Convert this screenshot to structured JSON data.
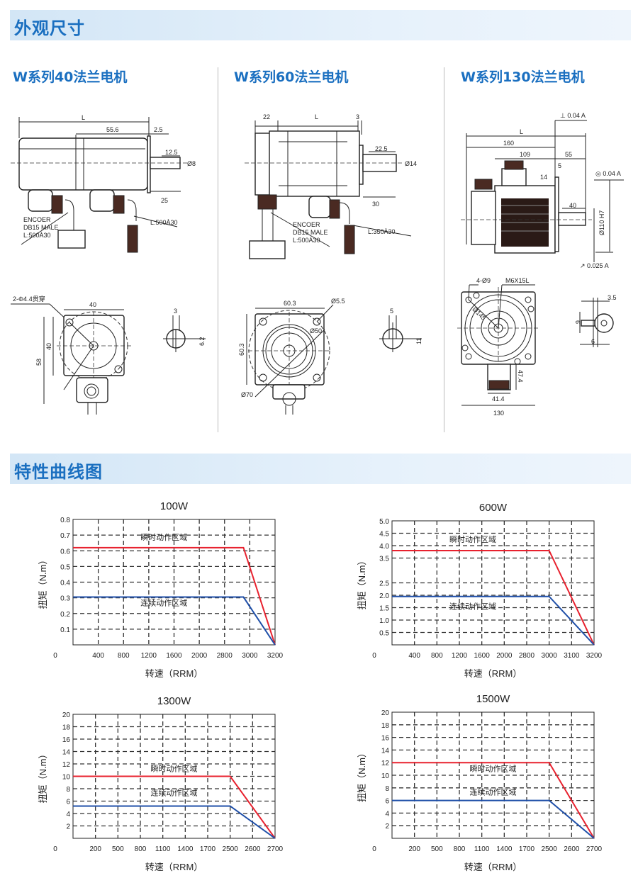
{
  "sections": {
    "dimensions_title": "外观尺寸",
    "curves_title": "特性曲线图"
  },
  "drawings": {
    "w40": {
      "title": "W系列40法兰电机",
      "labels": [
        "L",
        "55.6",
        "2.5",
        "12.5",
        "Ø8",
        "25",
        "ENCOER",
        "DB15 MALE",
        "L:500À30",
        "L:500À30",
        "2-Φ4.4贯穿",
        "40",
        "40",
        "58",
        "3",
        "6.2"
      ]
    },
    "w60": {
      "title": "W系列60法兰电机",
      "labels": [
        "22",
        "L",
        "3",
        "22.5",
        "Ø14",
        "30",
        "ENCOER",
        "DB15 MALE",
        "L:500À30",
        "L:350À30",
        "60.3",
        "Ø5.5",
        "Ø50",
        "60.3",
        "Ø70",
        "5",
        "11"
      ]
    },
    "w130": {
      "title": "W系列130法兰电机",
      "labels": [
        "⊥ 0.04 A",
        "L",
        "160",
        "109",
        "55",
        "5",
        "14",
        "◎ 0.04 A",
        "40",
        "Ø110 H7",
        "↗ 0.025 A",
        "4-Ø9",
        "M6X15L",
        "Ø145",
        "47.4",
        "41.4",
        "130",
        "3.5",
        "6",
        "6"
      ]
    }
  },
  "colors": {
    "accent": "#1a6fc0",
    "instant": "#e8212e",
    "continuous": "#1f4fa8"
  },
  "chart_data": [
    {
      "type": "line",
      "title": "100W",
      "xlabel": "转速（RRM）",
      "ylabel": "扭矩（N.m）",
      "xticks": [
        0,
        400,
        800,
        1200,
        1600,
        2000,
        2800,
        3000,
        3200
      ],
      "yticks": [
        0.1,
        0.2,
        0.3,
        0.4,
        0.5,
        0.6,
        0.7,
        0.8
      ],
      "ylim": [
        0,
        0.8
      ],
      "grid": true,
      "series": [
        {
          "name": "瞬时动作区域",
          "color": "#e8212e",
          "points": [
            [
              0,
              0.62
            ],
            [
              2950,
              0.62
            ],
            [
              3200,
              0
            ]
          ]
        },
        {
          "name": "连续动作区域",
          "color": "#1f4fa8",
          "points": [
            [
              0,
              0.305
            ],
            [
              2950,
              0.305
            ],
            [
              3200,
              0
            ]
          ]
        }
      ],
      "annotations": [
        {
          "text": "瞬时动作区域",
          "x": 1440,
          "y": 0.67
        },
        {
          "text": "连续动作区域",
          "x": 1440,
          "y": 0.25
        }
      ]
    },
    {
      "type": "line",
      "title": "600W",
      "xlabel": "转速（RRM）",
      "ylabel": "扭矩（N.m）",
      "xticks": [
        0,
        400,
        800,
        1200,
        1600,
        2000,
        2800,
        3000,
        3100,
        3200
      ],
      "yticks": [
        0.5,
        1.0,
        1.5,
        2.0,
        2.5,
        3.5,
        4.0,
        4.5,
        5.0
      ],
      "ylim": [
        0,
        5
      ],
      "grid": true,
      "series": [
        {
          "name": "瞬时动作区域",
          "color": "#e8212e",
          "points": [
            [
              0,
              3.8
            ],
            [
              3000,
              3.8
            ],
            [
              3200,
              0
            ]
          ]
        },
        {
          "name": "连续动作区域",
          "color": "#1f4fa8",
          "points": [
            [
              0,
              1.95
            ],
            [
              3000,
              1.95
            ],
            [
              3200,
              0
            ]
          ]
        }
      ],
      "annotations": [
        {
          "text": "瞬时动作区域",
          "x": 1440,
          "y": 4.15
        },
        {
          "text": "连续动作区域",
          "x": 1440,
          "y": 1.45
        }
      ]
    },
    {
      "type": "line",
      "title": "1300W",
      "xlabel": "转速（RRM）",
      "ylabel": "扭矩（N.m）",
      "xticks": [
        0,
        200,
        500,
        800,
        1100,
        1400,
        1700,
        2500,
        2600,
        2700
      ],
      "yticks": [
        2,
        4,
        6,
        8,
        10,
        12,
        14,
        16,
        18,
        20
      ],
      "ylim": [
        0,
        20
      ],
      "grid": true,
      "series": [
        {
          "name": "瞬时动作区域",
          "color": "#e8212e",
          "points": [
            [
              0,
              10
            ],
            [
              2500,
              10
            ],
            [
              2700,
              0
            ]
          ]
        },
        {
          "name": "连续动作区域",
          "color": "#1f4fa8",
          "points": [
            [
              0,
              5.2
            ],
            [
              2500,
              5.2
            ],
            [
              2700,
              0
            ]
          ]
        }
      ],
      "annotations": [
        {
          "text": "瞬时动作区域",
          "x": 1250,
          "y": 10.8
        },
        {
          "text": "连续动作区域",
          "x": 1250,
          "y": 6.9
        }
      ]
    },
    {
      "type": "line",
      "title": "1500W",
      "xlabel": "转速（RRM）",
      "ylabel": "扭矩（N.m）",
      "xticks": [
        0,
        200,
        500,
        800,
        1100,
        1400,
        1700,
        2500,
        2600,
        2700
      ],
      "yticks": [
        2,
        4,
        6,
        8,
        10,
        12,
        14,
        16,
        18,
        20
      ],
      "ylim": [
        0,
        20
      ],
      "grid": true,
      "series": [
        {
          "name": "瞬时动作区域",
          "color": "#e8212e",
          "points": [
            [
              0,
              12
            ],
            [
              2500,
              12
            ],
            [
              2700,
              0
            ]
          ]
        },
        {
          "name": "连续动作区域",
          "color": "#1f4fa8",
          "points": [
            [
              0,
              6
            ],
            [
              2500,
              6
            ],
            [
              2700,
              0
            ]
          ]
        }
      ],
      "annotations": [
        {
          "text": "瞬时动作区域",
          "x": 1250,
          "y": 10.6
        },
        {
          "text": "连续动作区域",
          "x": 1250,
          "y": 6.9
        }
      ]
    }
  ]
}
